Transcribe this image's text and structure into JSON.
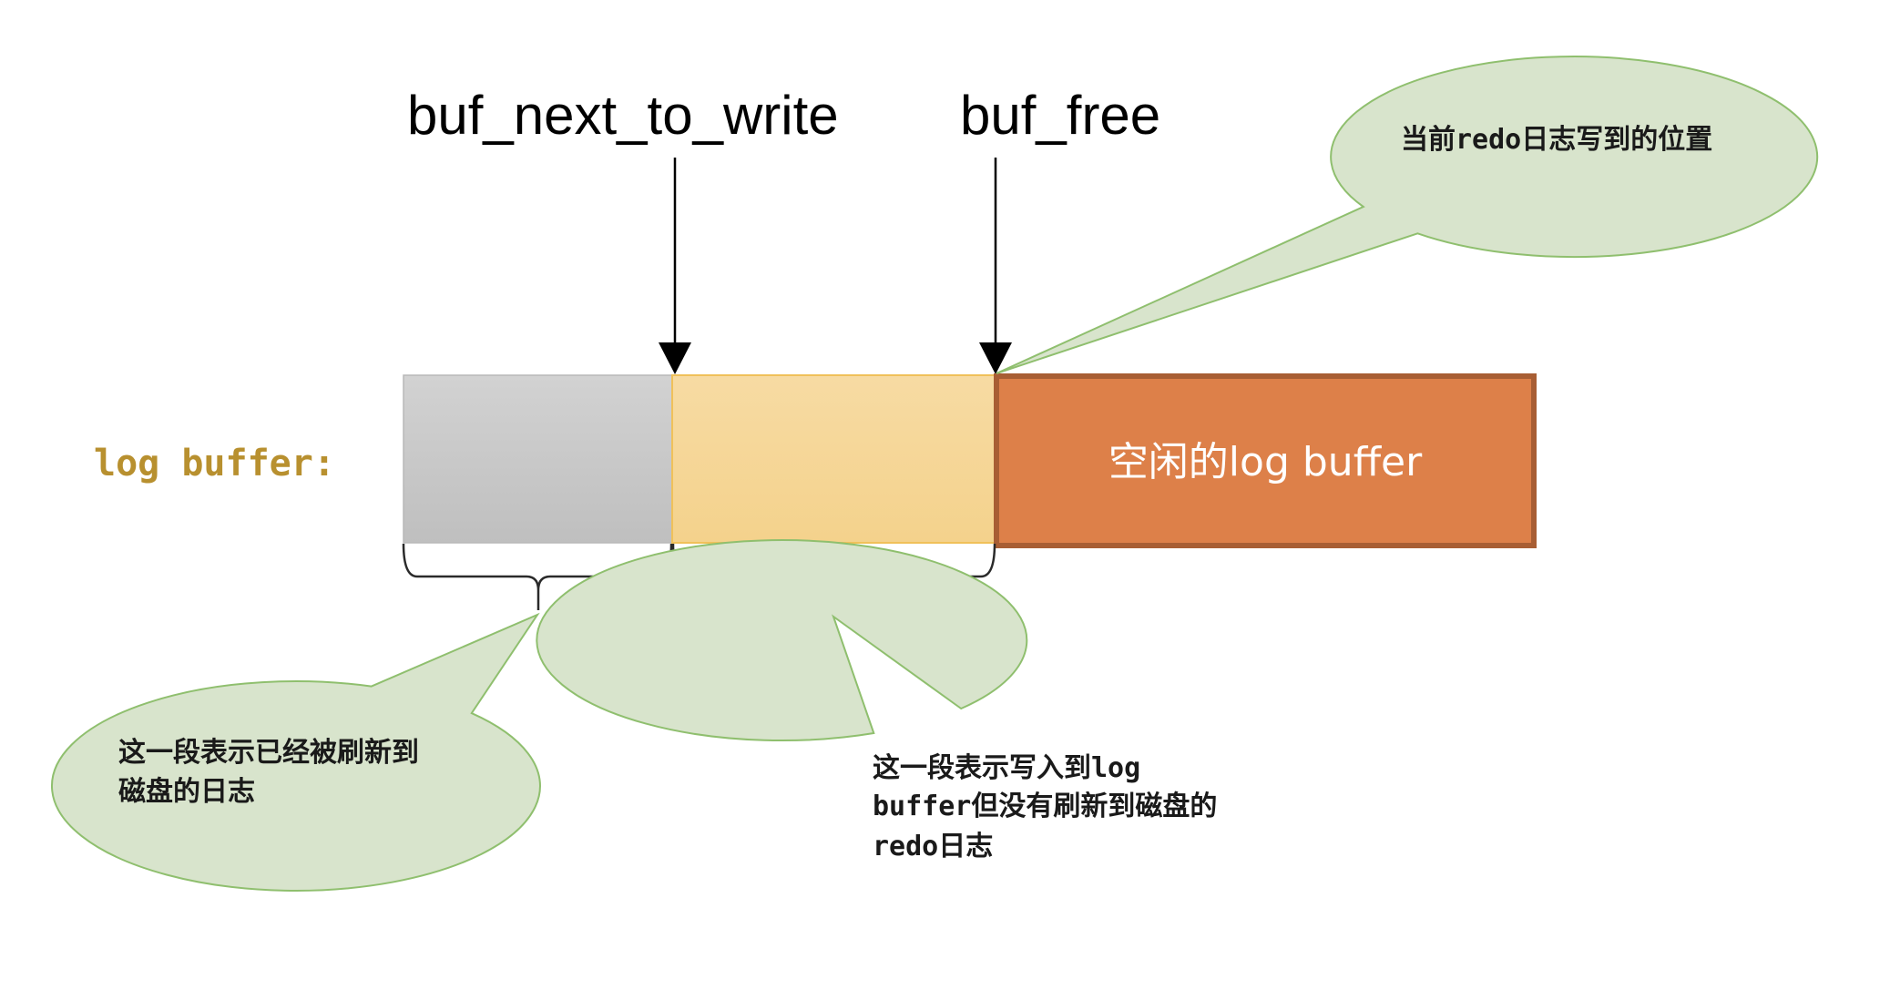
{
  "diagram": {
    "row_label": "log buffer:",
    "pointers": {
      "buf_next_to_write": "buf_next_to_write",
      "buf_free": "buf_free"
    },
    "segments": [
      {
        "name": "flushed",
        "description": "已刷新到磁盘的日志",
        "color": "#c4c4c4"
      },
      {
        "name": "written-not-flushed",
        "description": "写入log buffer但未刷新",
        "color": "#f6d697"
      },
      {
        "name": "free",
        "label": "空闲的log buffer",
        "color": "#dd8049"
      }
    ],
    "callouts": {
      "current_position": [
        "当前redo日志写到的位置"
      ],
      "flushed_segment": [
        "这一段表示已经被刷新到",
        "磁盘的日志"
      ],
      "unflushed_segment": [
        "这一段表示写入到log",
        "buffer但没有刷新到磁盘的",
        "redo日志"
      ]
    },
    "colors": {
      "row_label": "#b8902f",
      "callout_fill": "#d8e4cc",
      "callout_stroke": "#8fbf6e",
      "free_border": "#a85e34"
    }
  }
}
